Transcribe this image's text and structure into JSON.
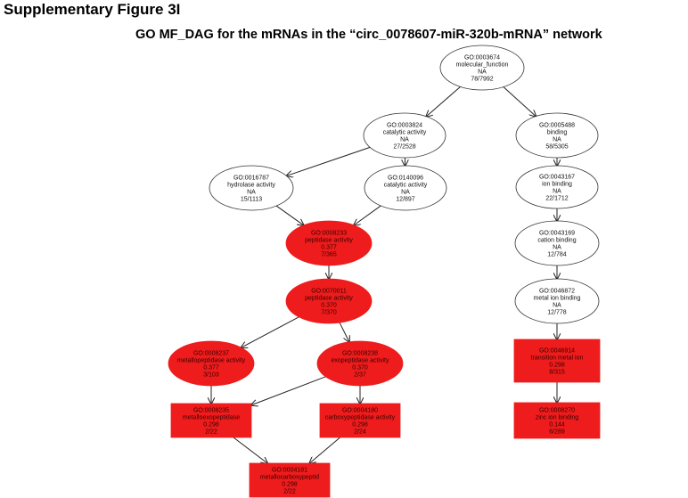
{
  "figure": {
    "title": "Supplementary Figure 3I",
    "subtitle": "GO MF_DAG for the mRNAs in the “circ_0078607-miR-320b-mRNA” network"
  },
  "colors": {
    "highlight": "#ee1c1c",
    "normal": "#ffffff",
    "border": "#333333"
  },
  "nodes": [
    {
      "id": "n0003674",
      "lines": [
        "GO:0003674",
        "molecular_function",
        "NA",
        "78/7992"
      ],
      "state": "normal"
    },
    {
      "id": "n0003824",
      "lines": [
        "GO:0003824",
        "catalytic activity",
        "NA",
        "27/2528"
      ],
      "state": "normal"
    },
    {
      "id": "n0005488",
      "lines": [
        "GO:0005488",
        "binding",
        "NA",
        "58/5305"
      ],
      "state": "normal"
    },
    {
      "id": "n0016787",
      "lines": [
        "GO:0016787",
        "hydrolase activity",
        "NA",
        "15/1113"
      ],
      "state": "normal"
    },
    {
      "id": "n0140096",
      "lines": [
        "GO:0140096",
        "catalytic activity",
        "NA",
        "12/897"
      ],
      "state": "normal"
    },
    {
      "id": "n0043167",
      "lines": [
        "GO:0043167",
        "ion binding",
        "NA",
        "22/1712"
      ],
      "state": "normal"
    },
    {
      "id": "n0008233",
      "lines": [
        "GO:0008233",
        "peptidase activity",
        "0.377",
        "7/365"
      ],
      "state": "highlight"
    },
    {
      "id": "n0043169",
      "lines": [
        "GO:0043169",
        "cation binding",
        "NA",
        "12/784"
      ],
      "state": "normal"
    },
    {
      "id": "n0070011",
      "lines": [
        "GO:0070011",
        "peptidase activity",
        "0.370",
        "7/370"
      ],
      "state": "highlight"
    },
    {
      "id": "n0046872",
      "lines": [
        "GO:0046872",
        "metal ion binding",
        "NA",
        "12/778"
      ],
      "state": "normal"
    },
    {
      "id": "n0008237",
      "lines": [
        "GO:0008237",
        "metallopeptidase activity",
        "0.377",
        "3/103"
      ],
      "state": "highlight"
    },
    {
      "id": "n0008238",
      "lines": [
        "GO:0008238",
        "exopeptidase activity",
        "0.370",
        "2/37"
      ],
      "state": "highlight"
    },
    {
      "id": "n0046914",
      "lines": [
        "GO:0046914",
        "transition metal ion",
        "0.298",
        "8/315"
      ],
      "state": "highlight"
    },
    {
      "id": "n0008235",
      "lines": [
        "GO:0008235",
        "metalloexopeptidase",
        "0.298",
        "2/22"
      ],
      "state": "highlight"
    },
    {
      "id": "n0004180",
      "lines": [
        "GO:0004180",
        "carboxypeptidase activity",
        "0.298",
        "2/24"
      ],
      "state": "highlight"
    },
    {
      "id": "n0008270",
      "lines": [
        "GO:0008270",
        "zinc ion binding",
        "0.144",
        "6/289"
      ],
      "state": "highlight"
    },
    {
      "id": "n0004181",
      "lines": [
        "GO:0004181",
        "metallocarboxypeptid",
        "0.298",
        "2/22"
      ],
      "state": "highlight"
    }
  ],
  "edges": [
    [
      "n0003674",
      "n0003824"
    ],
    [
      "n0003674",
      "n0005488"
    ],
    [
      "n0003824",
      "n0016787"
    ],
    [
      "n0003824",
      "n0140096"
    ],
    [
      "n0016787",
      "n0008233"
    ],
    [
      "n0140096",
      "n0008233"
    ],
    [
      "n0008233",
      "n0070011"
    ],
    [
      "n0070011",
      "n0008237"
    ],
    [
      "n0070011",
      "n0008238"
    ],
    [
      "n0008237",
      "n0008235"
    ],
    [
      "n0008238",
      "n0008235"
    ],
    [
      "n0008238",
      "n0004180"
    ],
    [
      "n0008235",
      "n0004181"
    ],
    [
      "n0004180",
      "n0004181"
    ],
    [
      "n0005488",
      "n0043167"
    ],
    [
      "n0043167",
      "n0043169"
    ],
    [
      "n0043169",
      "n0046872"
    ],
    [
      "n0046872",
      "n0046914"
    ],
    [
      "n0046914",
      "n0008270"
    ]
  ]
}
